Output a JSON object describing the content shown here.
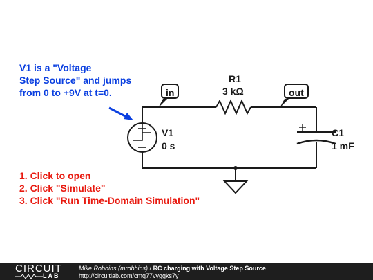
{
  "annotations": {
    "blue_note": [
      "V1 is a \"Voltage",
      "Step Source\" and jumps",
      "from 0 to +9V at t=0."
    ],
    "red_steps": [
      "1. Click to open",
      "2. Click \"Simulate\"",
      "3. Click \"Run Time-Domain Simulation\""
    ]
  },
  "components": {
    "r1": {
      "name": "R1",
      "value": "3 kΩ"
    },
    "v1": {
      "name": "V1",
      "value": "0 s"
    },
    "c1": {
      "name": "C1",
      "value": "1 mF"
    }
  },
  "nodes": {
    "in": "in",
    "out": "out"
  },
  "footer": {
    "logo_top": "CIRCUIT",
    "logo_bottom": "LAB",
    "author": "Mike Robbins (mrobbins)",
    "separator": " / ",
    "title": "RC charging with Voltage Step Source",
    "url": "http://circuitlab.com/cmq77vyggks7y"
  },
  "colors": {
    "wire": "#1a1a1a",
    "annotation_blue": "#0a3fe0",
    "annotation_red": "#e8190f",
    "footer_bg": "#1e1e1e"
  }
}
